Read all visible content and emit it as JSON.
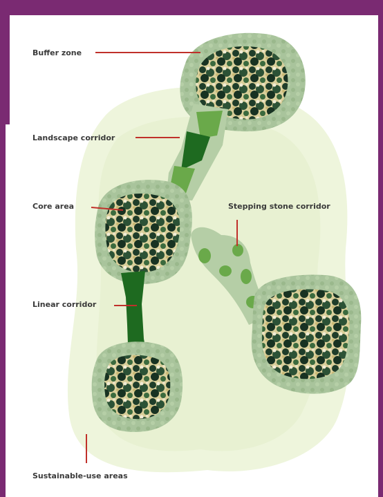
{
  "labels": {
    "buffer_zone": "Buffer zone",
    "landscape_corridor": "Landscape corridor",
    "core_area": "Core area",
    "stepping_stone_corridor": "Stepping stone corridor",
    "linear_corridor": "Linear corridor",
    "sustainable_use_areas": "Sustainable-use areas"
  },
  "colors": {
    "frame": "#7a2a72",
    "background": "#ffffff",
    "sustainable_area": "#eaf3d6",
    "buffer": "#a8c39a",
    "core_dark": "#1f3d2a",
    "corridor_dark": "#1e6a20",
    "corridor_light": "#6aa94a",
    "leader_line": "#c0302a"
  }
}
